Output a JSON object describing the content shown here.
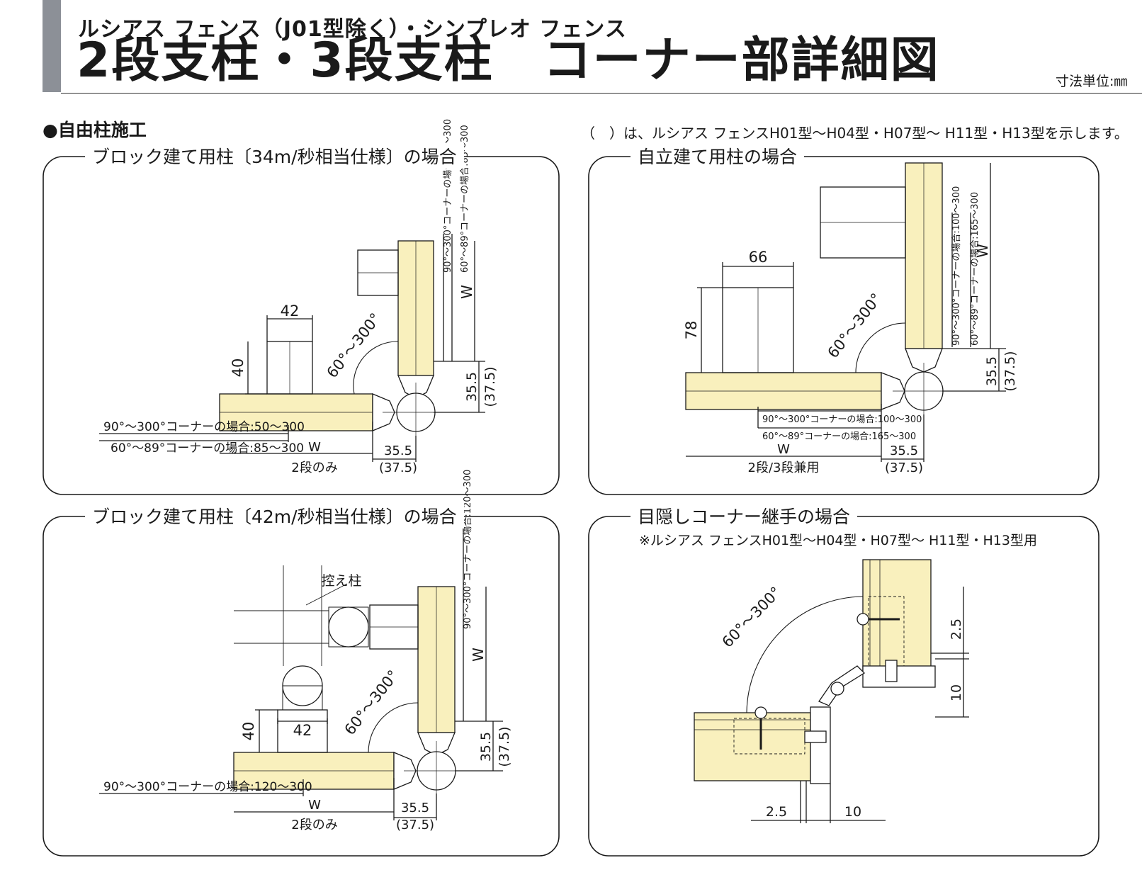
{
  "header": {
    "subtitle": "ルシアス フェンス（J01型除く）・シンプレオ フェンス",
    "title": "2段支柱・3段支柱　コーナー部詳細図",
    "unit": "寸法単位:㎜"
  },
  "section": {
    "title": "●自由柱施工",
    "note": "（　）は、ルシアス フェンスH01型〜H04型・H07型〜 H11型・H13型を示します。"
  },
  "panels": {
    "p1": {
      "title": "ブロック建て用柱〔34m/秒相当仕様〕の場合",
      "dim_width": "42",
      "dim_height": "40",
      "angle": "60°～300°",
      "vert_range_90": "90°～300°コーナーの場合:50～300",
      "vert_range_60": "60°～89°コーナーの場合:85～300",
      "w": "W",
      "offset_v": "35.5",
      "offset_v_alt": "(37.5)",
      "horiz_range_90": "90°～300°コーナーの場合:50～300",
      "horiz_range_60": "60°～89°コーナーの場合:85～300",
      "w_bottom": "W",
      "offset_h": "35.5",
      "offset_h_alt": "(37.5)",
      "caption": "2段のみ"
    },
    "p2": {
      "title": "自立建て用柱の場合",
      "dim_width": "66",
      "dim_height": "78",
      "angle": "60°～300°",
      "vert_range_90": "90°～300°コーナーの場合:100～300",
      "vert_range_60": "60°～89°コーナーの場合:165～300",
      "w": "W",
      "offset_v": "35.5",
      "offset_v_alt": "(37.5)",
      "horiz_range_90": "90°～300°コーナーの場合:100～300",
      "horiz_range_60": "60°～89°コーナーの場合:165～300",
      "w_bottom": "W",
      "offset_h": "35.5",
      "offset_h_alt": "(37.5)",
      "caption": "2段/3段兼用"
    },
    "p3": {
      "title": "ブロック建て用柱〔42m/秒相当仕様〕の場合",
      "brace_label": "控え柱",
      "dim_width": "42",
      "dim_height": "40",
      "angle": "60°～300°",
      "vert_range_90": "90°～300°コーナーの場合:120～300",
      "w": "W",
      "offset_v": "35.5",
      "offset_v_alt": "(37.5)",
      "horiz_range_90": "90°～300°コーナーの場合:120～300",
      "w_bottom": "W",
      "offset_h": "35.5",
      "offset_h_alt": "(37.5)",
      "caption": "2段のみ"
    },
    "p4": {
      "title": "目隠しコーナー継手の場合",
      "subtitle": "※ルシアス フェンスH01型〜H04型・H07型〜 H11型・H13型用",
      "angle": "60°～300°",
      "dim_a": "2.5",
      "dim_b": "10",
      "dim_c": "2.5",
      "dim_d": "10"
    }
  },
  "colors": {
    "post_fill": "#f9f0bd",
    "line": "#1a1a1a",
    "accent_bar": "#8c9097"
  }
}
